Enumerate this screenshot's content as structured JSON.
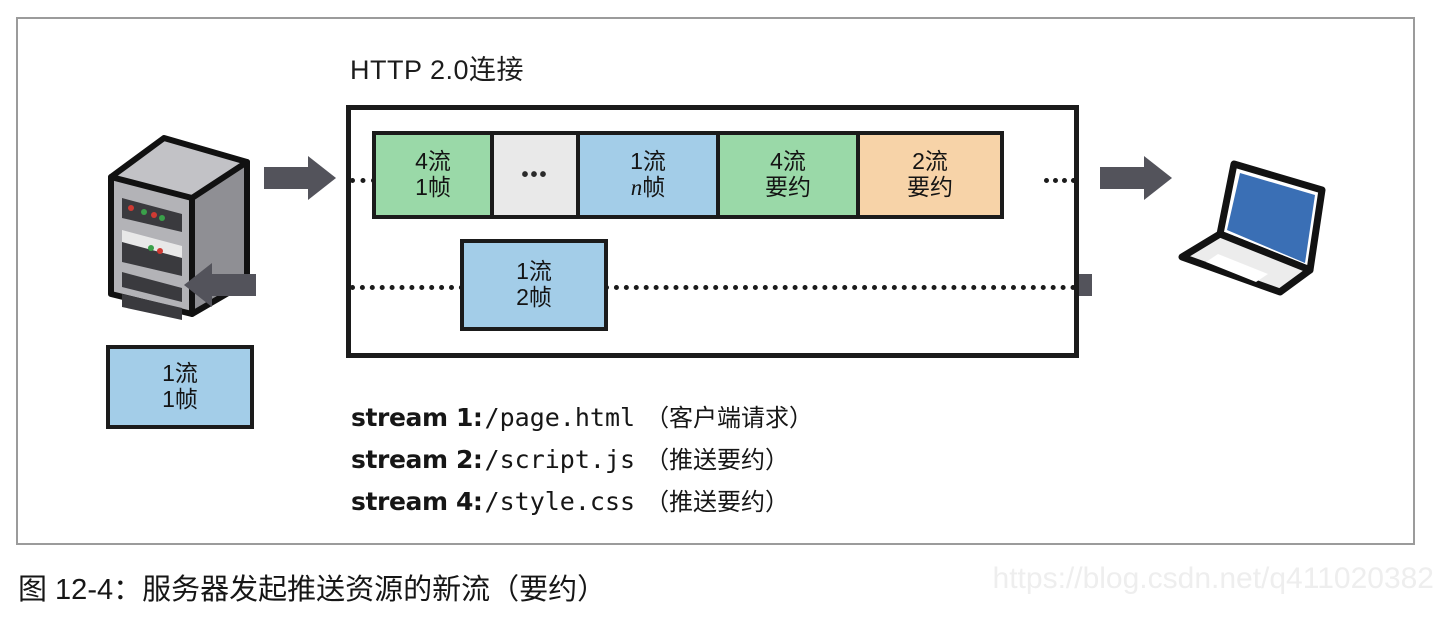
{
  "figure": {
    "title": "HTTP 2.0连接",
    "caption": "图 12-4：服务器发起推送资源的新流（要约）",
    "watermark": "https://blog.csdn.net/q411020382"
  },
  "colors": {
    "green": "#9ad9a8",
    "blue": "#a3cde8",
    "orange": "#f7d3a8",
    "gray": "#e9e9e9",
    "arrow": "#53535b",
    "stroke": "#1b1b1b",
    "laptop_screen": "#3a6fb5",
    "server_body": "#9a9a9e"
  },
  "upstream_frames": [
    {
      "name": "frame-4-stream-1",
      "line1": "4流",
      "line2": "1帧",
      "color": "#9ad9a8",
      "width": 118
    },
    {
      "name": "frame-ellipsis",
      "line1": "•••",
      "line2": "",
      "color": "#e9e9e9",
      "width": 86
    },
    {
      "name": "frame-1-stream-n",
      "line1": "1流",
      "line2": "n帧",
      "italic2": true,
      "color": "#a3cde8",
      "width": 140
    },
    {
      "name": "frame-4-stream-promise",
      "line1": "4流",
      "line2": "要约",
      "color": "#9ad9a8",
      "width": 140
    },
    {
      "name": "frame-2-stream-promise",
      "line1": "2流",
      "line2": "要约",
      "color": "#f7d3a8",
      "width": 140
    }
  ],
  "downstream_frame": {
    "line1": "1流",
    "line2": "2帧",
    "color": "#a3cde8"
  },
  "legend_frame_box": {
    "line1": "1流",
    "line2": "1帧",
    "color": "#a3cde8"
  },
  "stream_legend": [
    {
      "label": "stream 1:",
      "path": "/page.html",
      "note": "（客户端请求）"
    },
    {
      "label": "stream 2:",
      "path": "/script.js",
      "note": "（推送要约）"
    },
    {
      "label": "stream 4:",
      "path": "/style.css",
      "note": "（推送要约）"
    }
  ],
  "endpoints": {
    "server": "server-icon",
    "client": "laptop-icon"
  },
  "arrows": [
    {
      "name": "arrow-server-to-connection",
      "direction": "right"
    },
    {
      "name": "arrow-connection-to-server",
      "direction": "left"
    },
    {
      "name": "arrow-connection-to-client",
      "direction": "right"
    },
    {
      "name": "arrow-client-to-connection",
      "direction": "left"
    }
  ]
}
